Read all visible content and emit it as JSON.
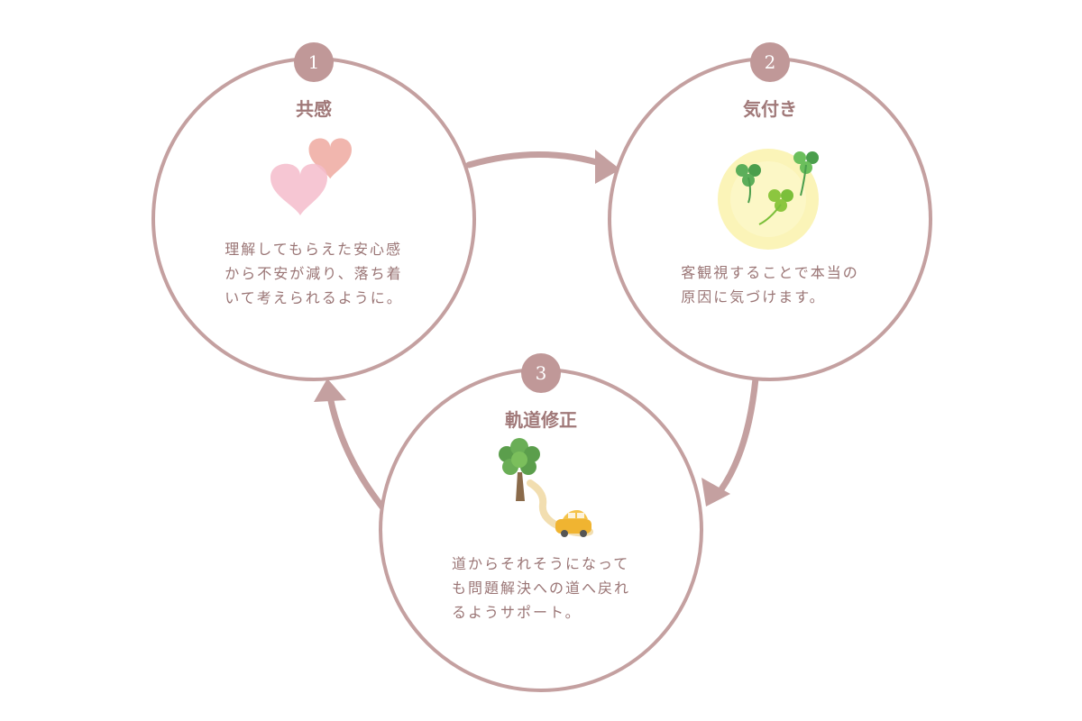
{
  "steps": [
    {
      "number": "1",
      "title": "共感",
      "text": "理解してもらえた安心感\nから不安が減り、落ち着\nいて考えられるように。",
      "illustration": "hearts-icon"
    },
    {
      "number": "2",
      "title": "気付き",
      "text": "客観視することで本当の\n原因に気づけます。",
      "illustration": "clover-icon"
    },
    {
      "number": "3",
      "title": "軌道修正",
      "text": "道からそれそうになって\nも問題解決への道へ戻れ\nるようサポート。",
      "illustration": "tree-car-icon"
    }
  ],
  "colors": {
    "ring": "#c4a0a0",
    "badge": "#c09898",
    "title": "#a07878",
    "text": "#9a7575",
    "arrow": "#c4a0a0"
  }
}
